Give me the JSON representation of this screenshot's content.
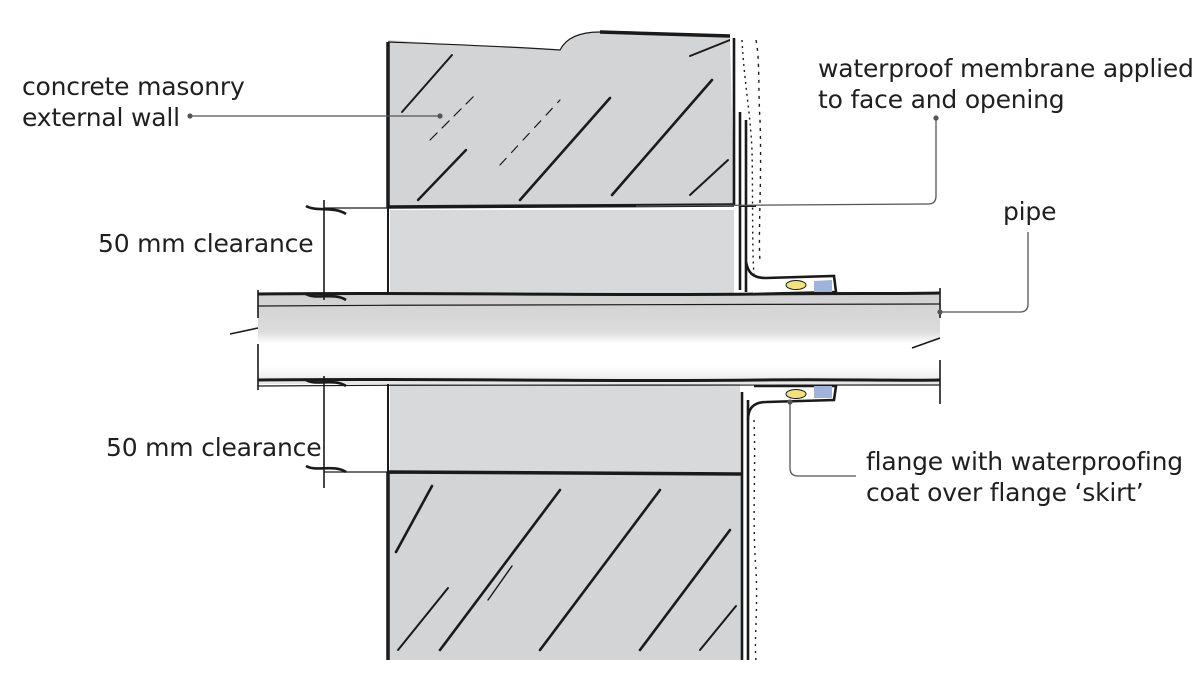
{
  "labels": {
    "wall": [
      "concrete masonry",
      "external wall"
    ],
    "membrane": [
      "waterproof membrane applied",
      "to face and opening"
    ],
    "pipe": "pipe",
    "clearance_top": "50 mm clearance",
    "clearance_bottom": "50 mm clearance",
    "flange": [
      "flange with waterproofing",
      "coat over flange ‘skirt’"
    ]
  },
  "colors": {
    "ink": "#1a1a1a",
    "wall_fill": "#d2d4d6",
    "clearance_fill": "#d7d9da",
    "pipe_fill": "#d3d3d3",
    "pipe_highlight": "#ffffff",
    "leader": "#555555",
    "seal_yellow": "#f1e27a",
    "seal_blue": "#9fb3db"
  }
}
